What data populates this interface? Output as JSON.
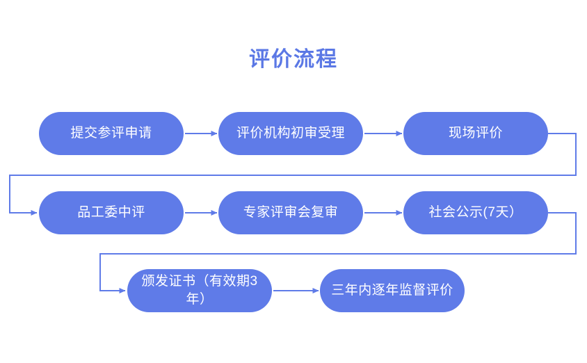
{
  "diagram": {
    "title": "评价流程",
    "accent_color": "#5b78e5",
    "node_fill_color": "#5f7be8",
    "node_text_color": "#ffffff",
    "connector_color": "#5f7be8",
    "background_color": "#ffffff",
    "type": "flowchart",
    "nodes": [
      {
        "id": "n1",
        "label": "提交参评申请",
        "row": 1,
        "col": 1
      },
      {
        "id": "n2",
        "label": "评价机构初审受理",
        "row": 1,
        "col": 2
      },
      {
        "id": "n3",
        "label": "现场评价",
        "row": 1,
        "col": 3
      },
      {
        "id": "n4",
        "label": "品工委中评",
        "row": 2,
        "col": 1
      },
      {
        "id": "n5",
        "label": "专家评审会复审",
        "row": 2,
        "col": 2
      },
      {
        "id": "n6",
        "label": "社会公示(7天）",
        "row": 2,
        "col": 3
      },
      {
        "id": "n7",
        "label": "颁发证书（有效期3年）",
        "row": 3,
        "col": 1
      },
      {
        "id": "n8",
        "label": "三年内逐年监督评价",
        "row": 3,
        "col": 2
      }
    ],
    "edges": [
      {
        "from": "n1",
        "to": "n2",
        "style": "straight-arrow"
      },
      {
        "from": "n2",
        "to": "n3",
        "style": "straight-arrow"
      },
      {
        "from": "n3",
        "to": "n4",
        "style": "wrap-right-down-left-arrow"
      },
      {
        "from": "n4",
        "to": "n5",
        "style": "straight-arrow"
      },
      {
        "from": "n5",
        "to": "n6",
        "style": "straight-arrow"
      },
      {
        "from": "n6",
        "to": "n7",
        "style": "wrap-right-down-left-arrow"
      },
      {
        "from": "n7",
        "to": "n8",
        "style": "straight-arrow"
      }
    ]
  }
}
